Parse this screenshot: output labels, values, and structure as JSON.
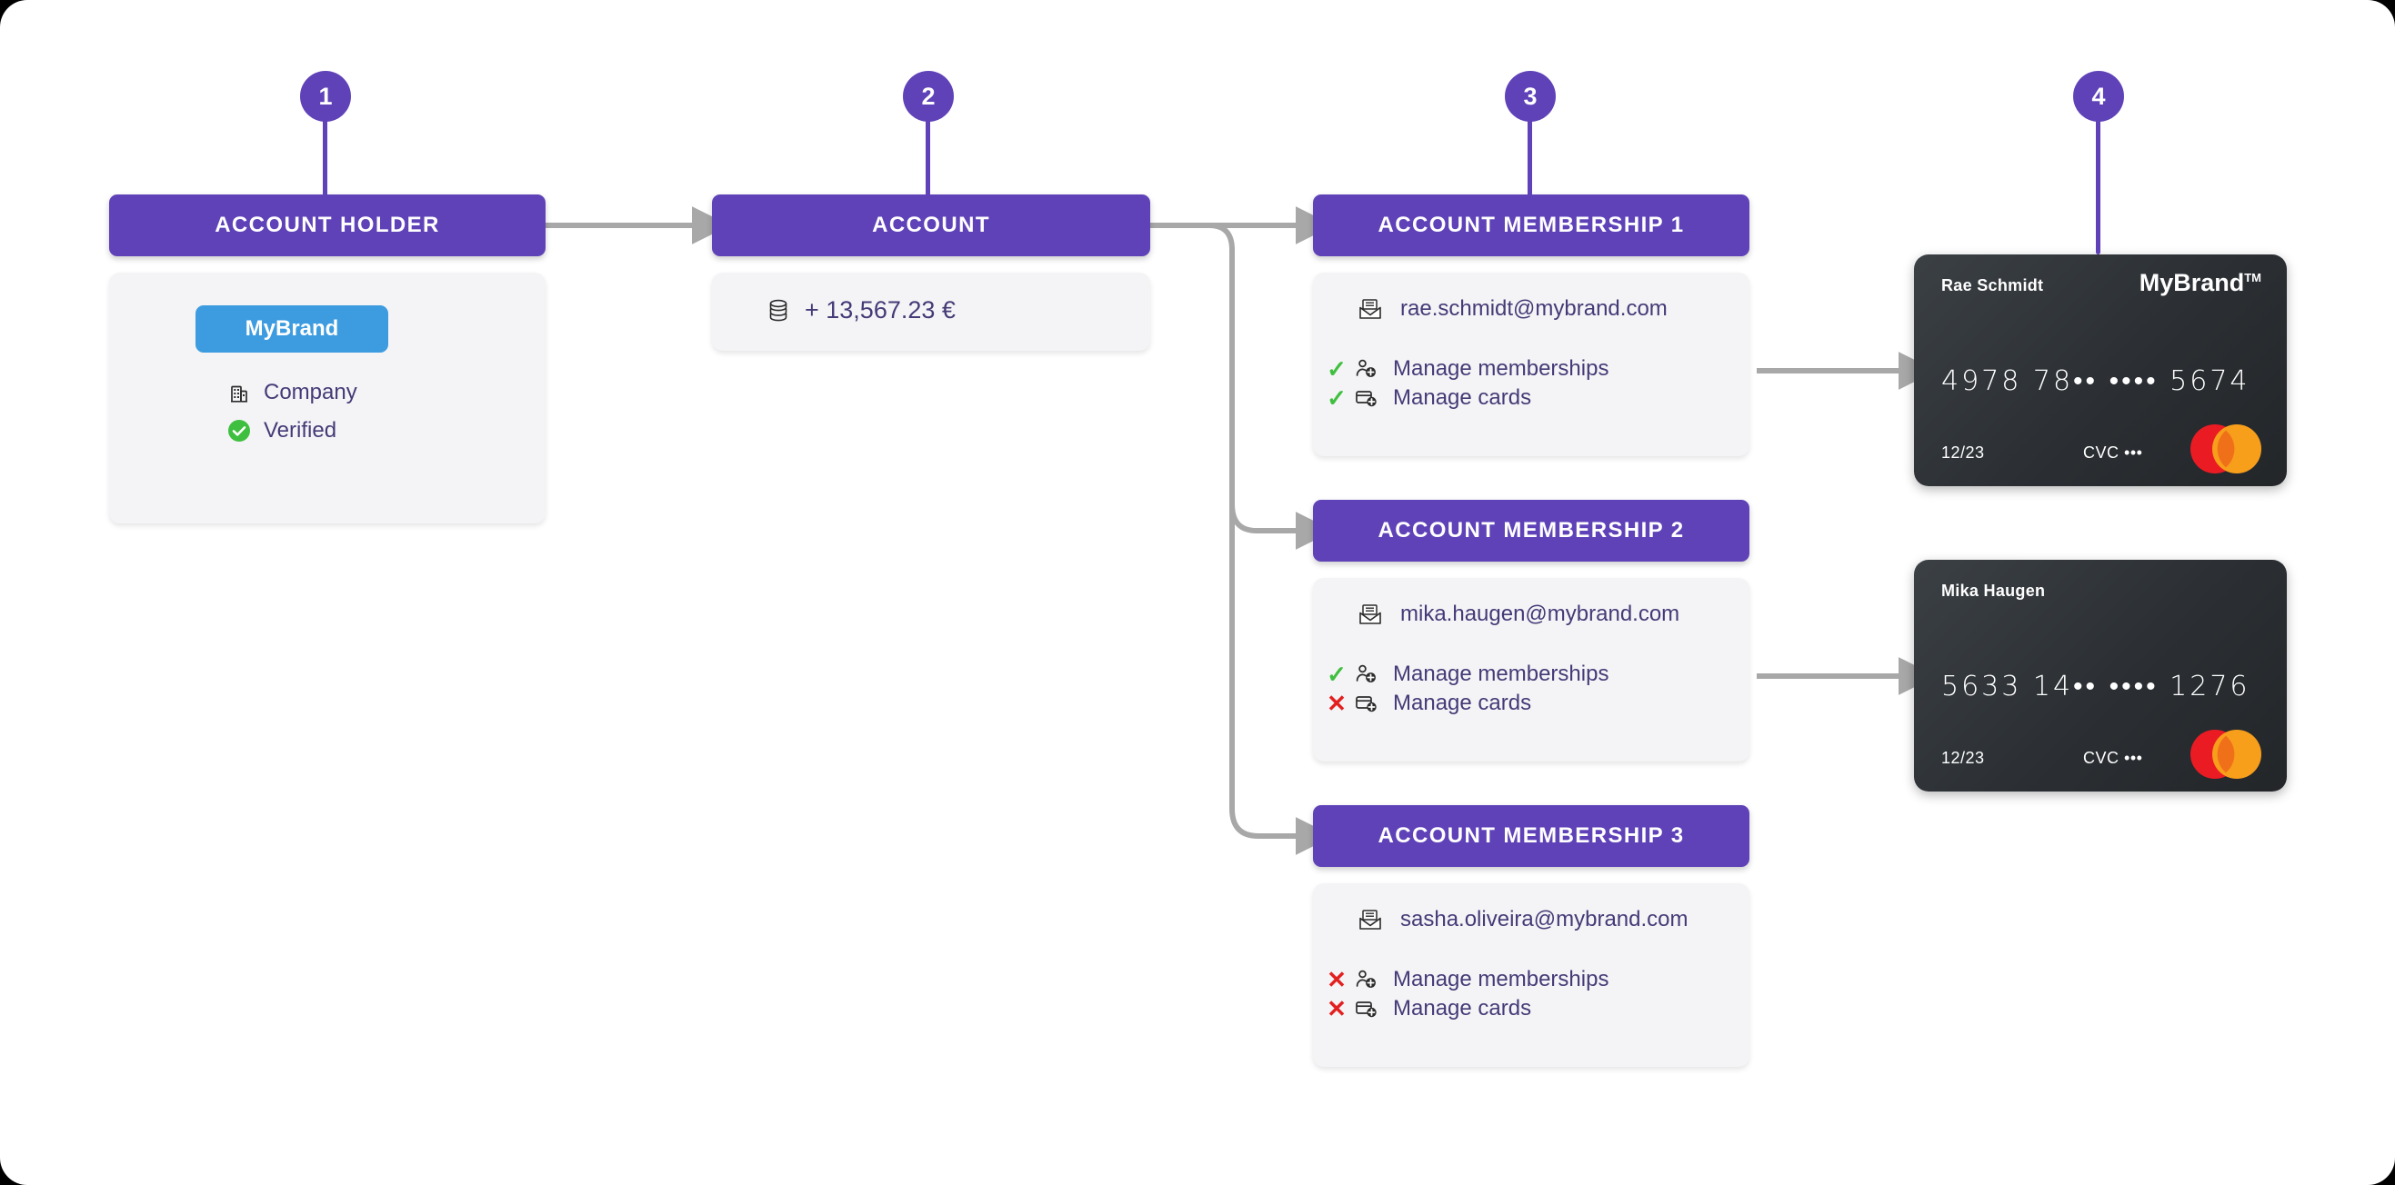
{
  "colors": {
    "purple": "#5F42B8",
    "panel_bg": "#F4F4F6",
    "text": "#453A77",
    "brand_blue": "#3D9CE0",
    "yes_green": "#3FBF3F",
    "no_red": "#E32020",
    "arrow_gray": "#A8A8A8",
    "card_dark": "#2B2F33",
    "mc_red": "#EB1B24",
    "mc_orange": "#F79E1B"
  },
  "badges": [
    {
      "number": "1"
    },
    {
      "number": "2"
    },
    {
      "number": "3"
    },
    {
      "number": "4"
    }
  ],
  "account_holder": {
    "header": "ACCOUNT HOLDER",
    "brand_chip": "MyBrand",
    "attributes": [
      {
        "icon": "building-icon",
        "label": "Company"
      },
      {
        "icon": "verified-check-icon",
        "label": "Verified"
      }
    ]
  },
  "account": {
    "header": "ACCOUNT",
    "balance_icon": "coins-stack-icon",
    "balance": "+ 13,567.23 €"
  },
  "memberships": [
    {
      "header": "ACCOUNT MEMBERSHIP 1",
      "email_icon": "envelope-icon",
      "email": "rae.schmidt@mybrand.com",
      "permissions": [
        {
          "mark": "✓",
          "allowed": true,
          "icon": "add-person-icon",
          "label": "Manage memberships"
        },
        {
          "mark": "✓",
          "allowed": true,
          "icon": "add-card-icon",
          "label": "Manage cards"
        }
      ]
    },
    {
      "header": "ACCOUNT MEMBERSHIP 2",
      "email_icon": "envelope-icon",
      "email": "mika.haugen@mybrand.com",
      "permissions": [
        {
          "mark": "✓",
          "allowed": true,
          "icon": "add-person-icon",
          "label": "Manage memberships"
        },
        {
          "mark": "✕",
          "allowed": false,
          "icon": "add-card-icon",
          "label": "Manage cards"
        }
      ]
    },
    {
      "header": "ACCOUNT MEMBERSHIP 3",
      "email_icon": "envelope-icon",
      "email": "sasha.oliveira@mybrand.com",
      "permissions": [
        {
          "mark": "✕",
          "allowed": false,
          "icon": "add-person-icon",
          "label": "Manage memberships"
        },
        {
          "mark": "✕",
          "allowed": false,
          "icon": "add-card-icon",
          "label": "Manage cards"
        }
      ]
    }
  ],
  "cards": [
    {
      "holder_name": "Rae Schmidt",
      "brand": "MyBrand",
      "brand_tm": "TM",
      "has_brand": true,
      "number": "4978 78•• •••• 5674",
      "expiry": "12/23",
      "cvc_label": "CVC",
      "cvc_value": "•••",
      "network_icon": "mastercard-logo"
    },
    {
      "holder_name": "Mika Haugen",
      "brand": "",
      "brand_tm": "",
      "has_brand": false,
      "number": "5633 14•• •••• 1276",
      "expiry": "12/23",
      "cvc_label": "CVC",
      "cvc_value": "•••",
      "network_icon": "mastercard-logo"
    }
  ]
}
